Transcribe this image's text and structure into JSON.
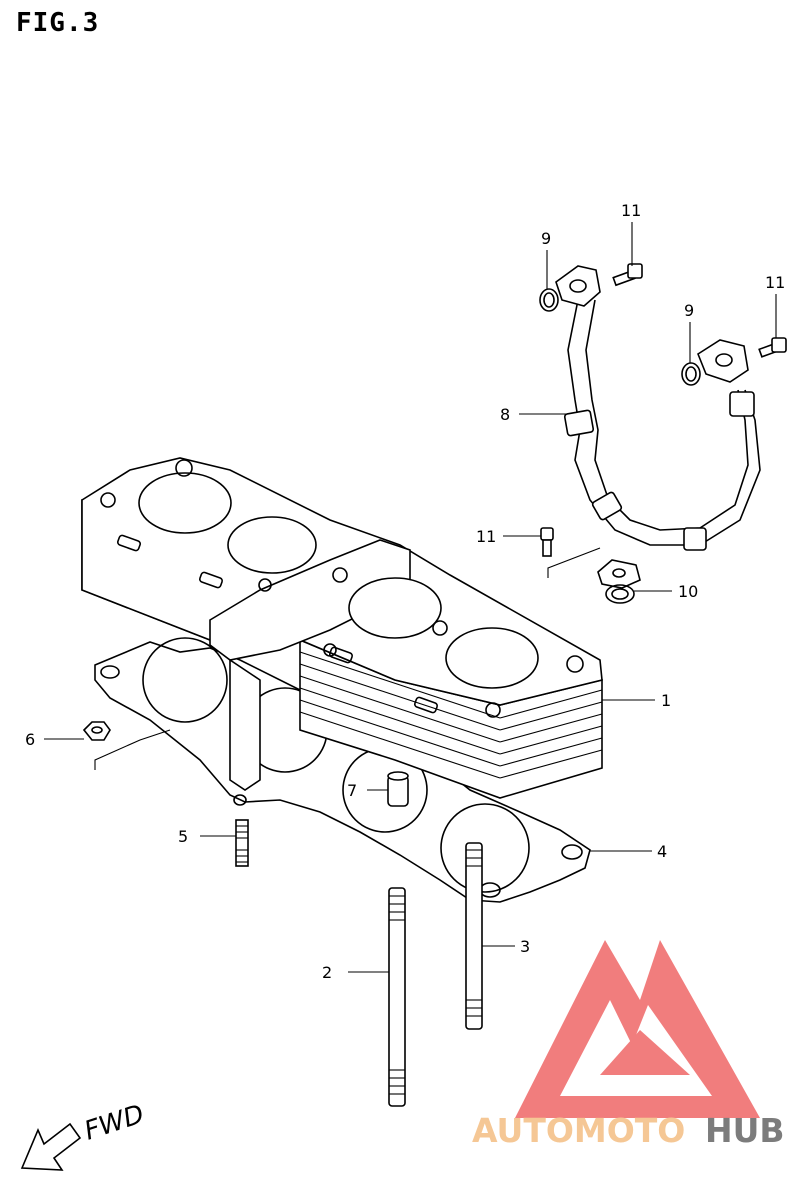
{
  "figure": {
    "title": "FIG.3"
  },
  "callouts": [
    {
      "id": "1",
      "label": "1"
    },
    {
      "id": "2",
      "label": "2"
    },
    {
      "id": "3",
      "label": "3"
    },
    {
      "id": "4",
      "label": "4"
    },
    {
      "id": "5",
      "label": "5"
    },
    {
      "id": "6",
      "label": "6"
    },
    {
      "id": "7",
      "label": "7"
    },
    {
      "id": "8",
      "label": "8"
    },
    {
      "id": "9a",
      "label": "9"
    },
    {
      "id": "9b",
      "label": "9"
    },
    {
      "id": "10",
      "label": "10"
    },
    {
      "id": "11a",
      "label": "11"
    },
    {
      "id": "11b",
      "label": "11"
    },
    {
      "id": "11c",
      "label": "11"
    }
  ],
  "direction": {
    "label": "FWD"
  },
  "watermark": {
    "part1": "AUTOMOTO",
    "part2": "HUB",
    "color_primary": "#f07070",
    "color_accent": "#f5c28a",
    "color_dark": "#6e6e6e"
  }
}
